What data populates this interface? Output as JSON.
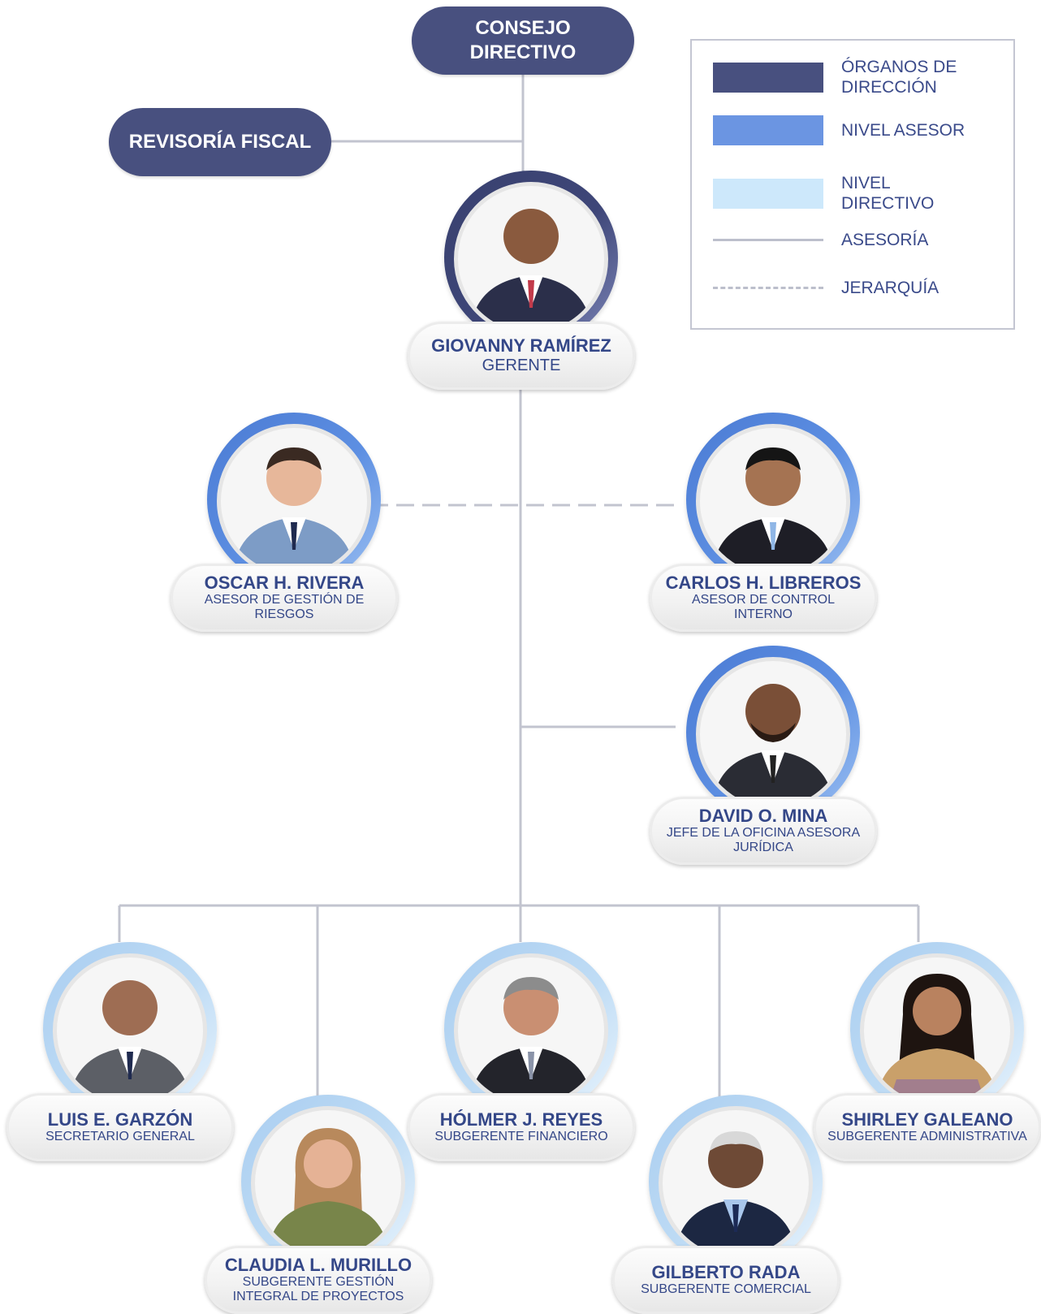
{
  "consejo": "CONSEJO\nDIRECTIVO",
  "revisoria": "REVISORÍA FISCAL",
  "legend": [
    {
      "label": "ÓRGANOS DE DIRECCIÓN",
      "kind": "swatch",
      "color": "#48507f"
    },
    {
      "label": "NIVEL ASESOR",
      "kind": "swatch",
      "color": "#6b95e2"
    },
    {
      "label": "NIVEL DIRECTIVO",
      "kind": "swatch",
      "color": "#cde8fb"
    },
    {
      "label": "ASESORÍA",
      "kind": "solid-line",
      "color": "#bcbfcc"
    },
    {
      "label": "JERARQUÍA",
      "kind": "dashed-line",
      "color": "#bcbfcc"
    }
  ],
  "people": {
    "gerente": {
      "name": "GIOVANNY RAMÍREZ",
      "role": "GERENTE",
      "level": "dirección"
    },
    "rivera": {
      "name": "OSCAR H. RIVERA",
      "role": "ASESOR DE GESTIÓN DE RIESGOS",
      "level": "asesor"
    },
    "libreros": {
      "name": "CARLOS H. LIBREROS",
      "role": "ASESOR DE CONTROL INTERNO",
      "level": "asesor"
    },
    "mina": {
      "name": "DAVID O. MINA",
      "role": "JEFE DE LA OFICINA ASESORA JURÍDICA",
      "level": "asesor"
    },
    "garzon": {
      "name": "LUIS E. GARZÓN",
      "role": "SECRETARIO GENERAL",
      "level": "directivo"
    },
    "murillo": {
      "name": "CLAUDIA L. MURILLO",
      "role": "SUBGERENTE GESTIÓN INTEGRAL DE PROYECTOS",
      "level": "directivo"
    },
    "reyes": {
      "name": "HÓLMER J. REYES",
      "role": "SUBGERENTE FINANCIERO",
      "level": "directivo"
    },
    "rada": {
      "name": "GILBERTO RADA",
      "role": "SUBGERENTE COMERCIAL",
      "level": "directivo"
    },
    "galeano": {
      "name": "SHIRLEY GALEANO",
      "role": "SUBGERENTE ADMINISTRATIVA",
      "level": "directivo"
    }
  }
}
